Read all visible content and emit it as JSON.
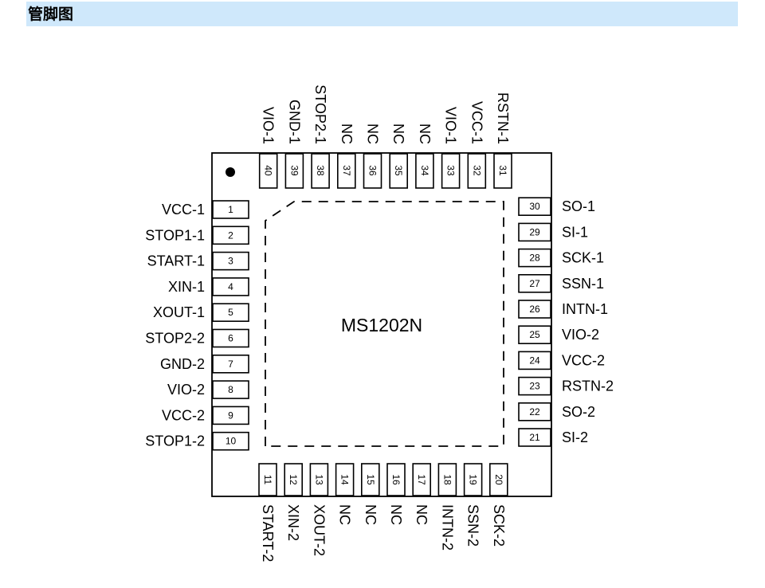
{
  "header": {
    "title": "管脚图"
  },
  "chip": {
    "name": "MS1202N"
  },
  "pins": {
    "left": [
      {
        "num": "1",
        "label": "VCC-1"
      },
      {
        "num": "2",
        "label": "STOP1-1"
      },
      {
        "num": "3",
        "label": "START-1"
      },
      {
        "num": "4",
        "label": "XIN-1"
      },
      {
        "num": "5",
        "label": "XOUT-1"
      },
      {
        "num": "6",
        "label": "STOP2-2"
      },
      {
        "num": "7",
        "label": "GND-2"
      },
      {
        "num": "8",
        "label": "VIO-2"
      },
      {
        "num": "9",
        "label": "VCC-2"
      },
      {
        "num": "10",
        "label": "STOP1-2"
      }
    ],
    "bottom": [
      {
        "num": "11",
        "label": "START-2"
      },
      {
        "num": "12",
        "label": "XIN-2"
      },
      {
        "num": "13",
        "label": "XOUT-2"
      },
      {
        "num": "14",
        "label": "NC"
      },
      {
        "num": "15",
        "label": "NC"
      },
      {
        "num": "16",
        "label": "NC"
      },
      {
        "num": "17",
        "label": "NC"
      },
      {
        "num": "18",
        "label": "INTN-2"
      },
      {
        "num": "19",
        "label": "SSN-2"
      },
      {
        "num": "20",
        "label": "SCK-2"
      }
    ],
    "right": [
      {
        "num": "21",
        "label": "SI-2"
      },
      {
        "num": "22",
        "label": "SO-2"
      },
      {
        "num": "23",
        "label": "RSTN-2"
      },
      {
        "num": "24",
        "label": "VCC-2"
      },
      {
        "num": "25",
        "label": "VIO-2"
      },
      {
        "num": "26",
        "label": "INTN-1"
      },
      {
        "num": "27",
        "label": "SSN-1"
      },
      {
        "num": "28",
        "label": "SCK-1"
      },
      {
        "num": "29",
        "label": "SI-1"
      },
      {
        "num": "30",
        "label": "SO-1"
      }
    ],
    "top": [
      {
        "num": "31",
        "label": "RSTN-1"
      },
      {
        "num": "32",
        "label": "VCC-1"
      },
      {
        "num": "33",
        "label": "VIO-1"
      },
      {
        "num": "34",
        "label": "NC"
      },
      {
        "num": "35",
        "label": "NC"
      },
      {
        "num": "36",
        "label": "NC"
      },
      {
        "num": "37",
        "label": "NC"
      },
      {
        "num": "38",
        "label": "STOP2-1"
      },
      {
        "num": "39",
        "label": "GND-1"
      },
      {
        "num": "40",
        "label": "VIO-1"
      }
    ]
  }
}
